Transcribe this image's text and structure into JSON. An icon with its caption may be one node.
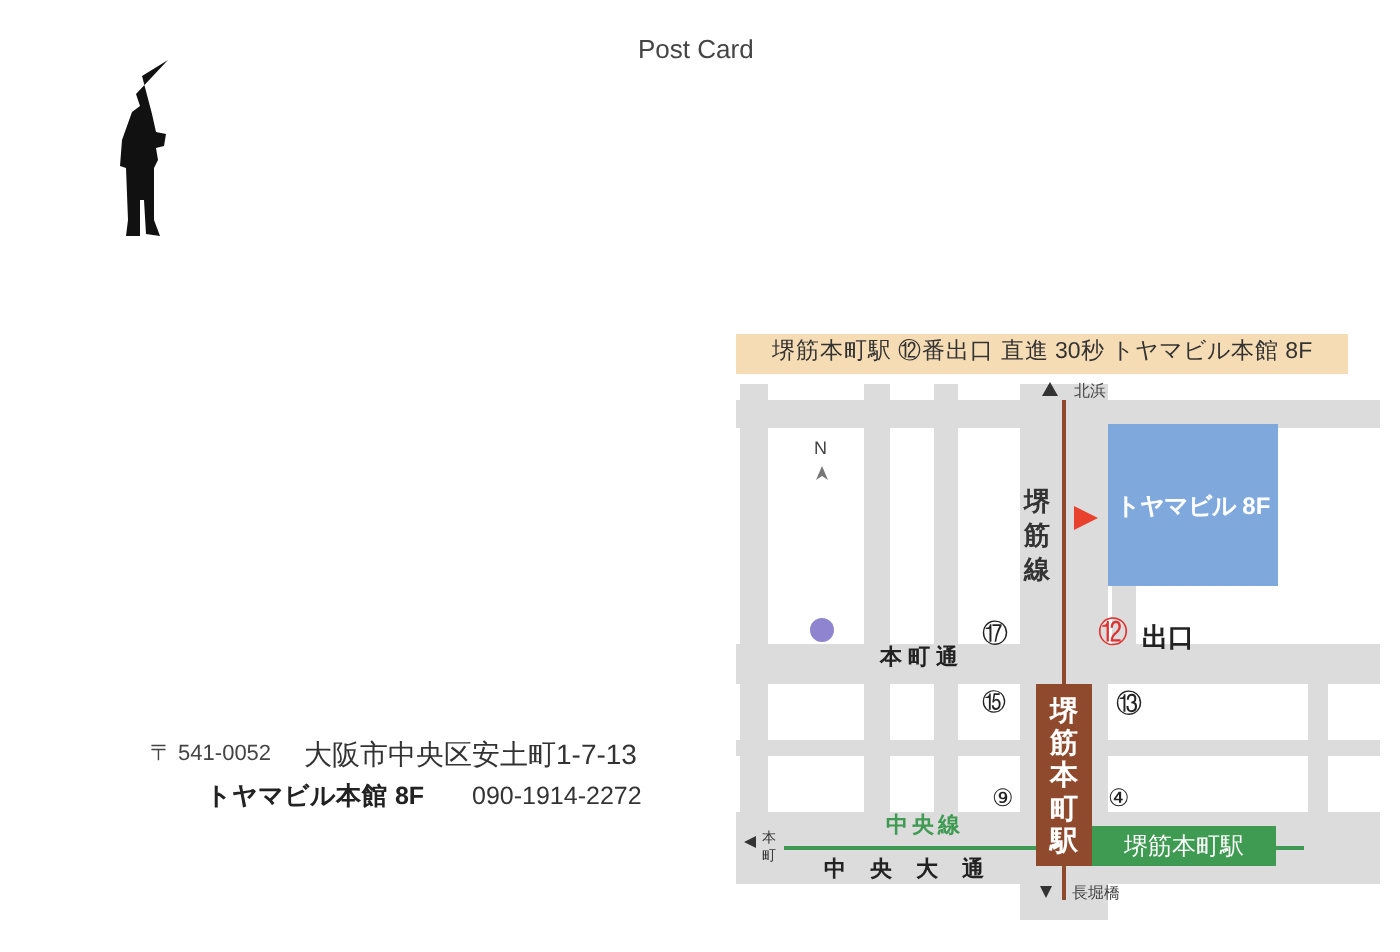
{
  "diagram": {
    "nodes": [
      {
        "text": [
          "堺筋本町駅 ⑫番出口 直進 30秒 トヤマビル本館 8F"
        ]
      },
      {
        "text": [
          "トヤマビル 8F"
        ]
      },
      {
        "text": [
          "堺筋本町駅"
        ]
      },
      {
        "text": [
          "堺筋本町駅"
        ]
      }
    ],
    "labels": [
      "Post Card",
      "北浜",
      "N",
      "堺筋線",
      "⑰",
      "⑫",
      "出口",
      "本町通",
      "⑮",
      "⑬",
      "⑨",
      "④",
      "中央線",
      "本町",
      "中央大通",
      "長堀橋",
      "〒 541-0052",
      "大阪市中央区安土町1-7-13",
      "トヤマビル本館 8F",
      "090-1914-2272"
    ]
  }
}
